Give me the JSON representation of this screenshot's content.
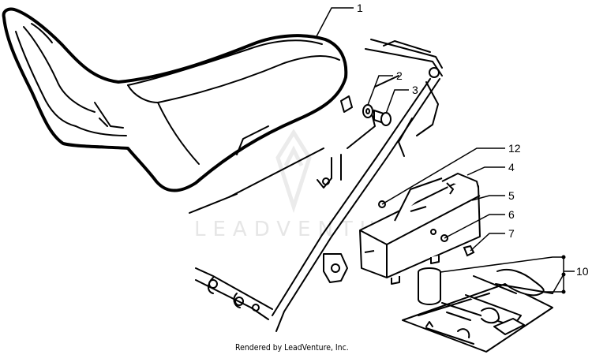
{
  "watermark": {
    "text": "LEADVENTURE"
  },
  "credit": "Rendered by LeadVenture, Inc.",
  "callouts": [
    "1",
    "2",
    "3",
    "12",
    "4",
    "5",
    "6",
    "7",
    "10"
  ],
  "colors": {
    "line": "#000000",
    "background": "#ffffff",
    "watermark": "#e6e6e6"
  }
}
